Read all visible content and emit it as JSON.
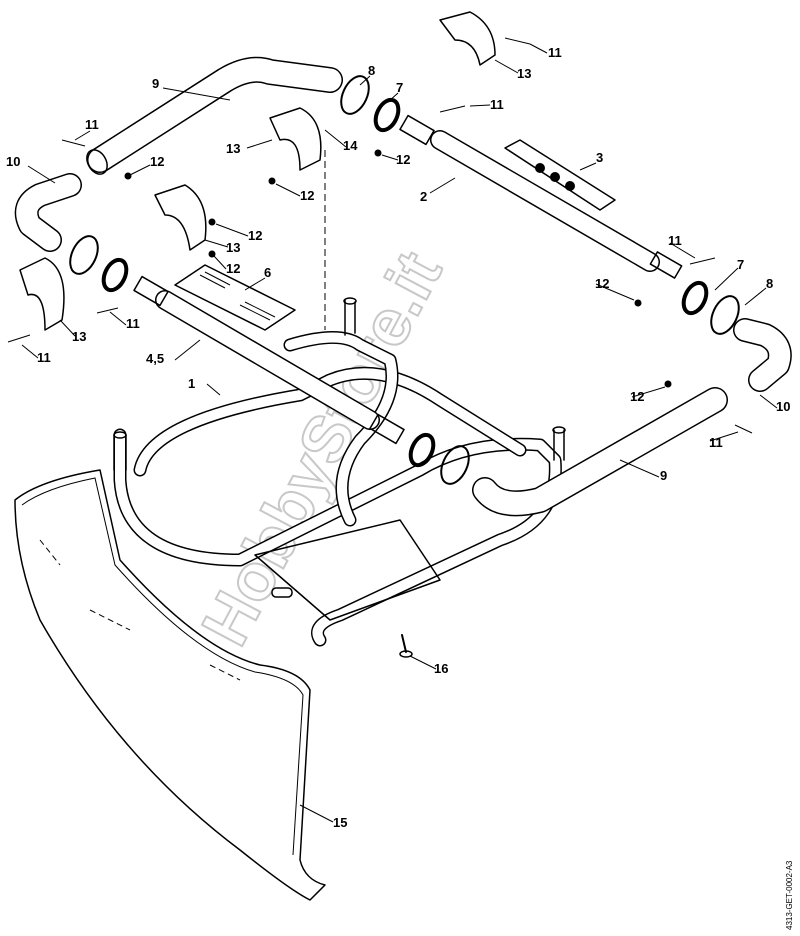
{
  "diagram": {
    "callouts": [
      "1",
      "2",
      "3",
      "4,5",
      "6",
      "7",
      "7",
      "8",
      "8",
      "9",
      "9",
      "10",
      "10",
      "11",
      "11",
      "11",
      "11",
      "11",
      "11",
      "11",
      "12",
      "12",
      "12",
      "12",
      "12",
      "12",
      "12",
      "13",
      "13",
      "13",
      "13",
      "14",
      "15",
      "16"
    ],
    "drawing_code": "4313-GET-0002-A3",
    "watermark": "HobbyStore.it"
  }
}
